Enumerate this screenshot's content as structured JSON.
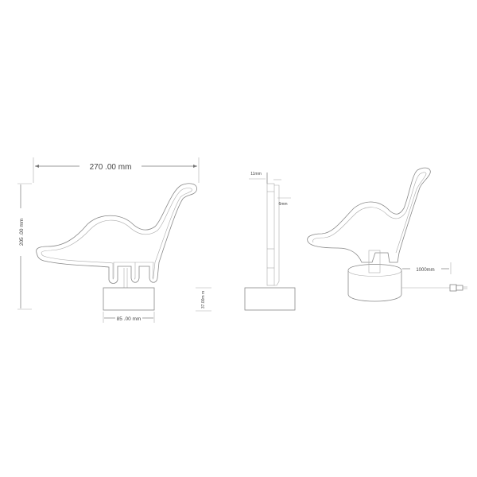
{
  "drawing": {
    "front_view": {
      "width_label": "270 .00 mm",
      "height_label": "205 .00 mm",
      "base_width_label": "85 .00 mm",
      "base_height_label": "37.00m m"
    },
    "side_view": {
      "base_thickness_label": "11mm",
      "neon_thickness_label": "6mm"
    },
    "perspective_view": {
      "cable_length_label": "1000mm"
    }
  },
  "colors": {
    "line": "#888888",
    "text": "#444444",
    "background": "#ffffff"
  }
}
